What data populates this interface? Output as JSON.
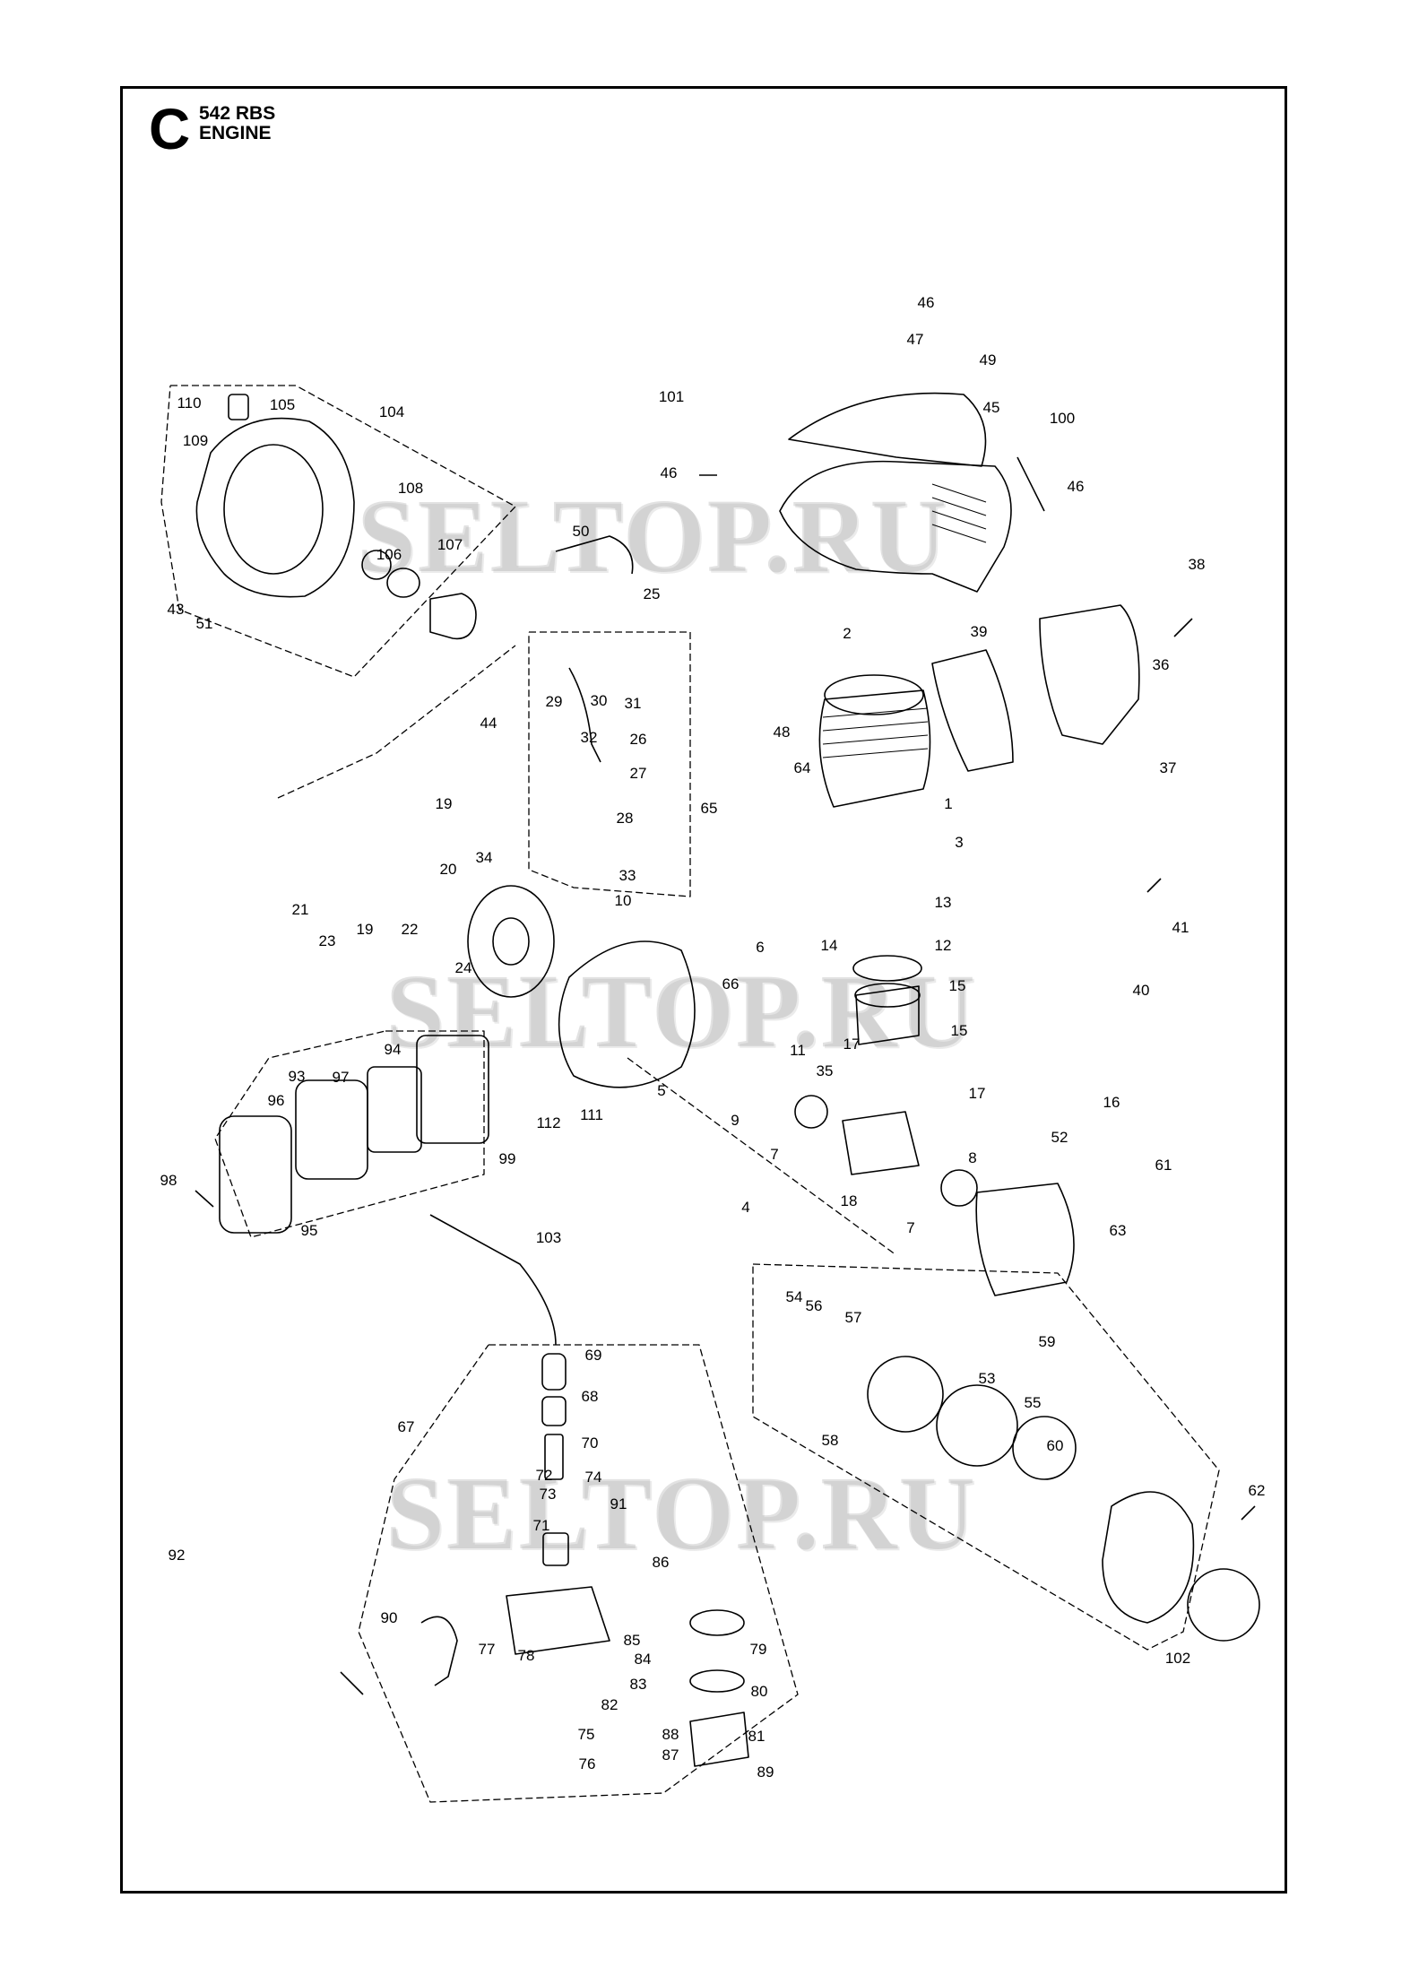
{
  "header": {
    "section": "C",
    "model": "542 RBS",
    "title": "ENGINE"
  },
  "watermarks": [
    "SELTOP.RU",
    "SELTOP.RU",
    "SELTOP.RU"
  ],
  "callouts": [
    "1",
    "2",
    "3",
    "4",
    "5",
    "6",
    "7",
    "7",
    "8",
    "9",
    "10",
    "11",
    "12",
    "13",
    "14",
    "15",
    "15",
    "16",
    "17",
    "17",
    "18",
    "19",
    "19",
    "20",
    "21",
    "22",
    "23",
    "24",
    "25",
    "26",
    "27",
    "28",
    "29",
    "30",
    "31",
    "32",
    "33",
    "34",
    "35",
    "36",
    "37",
    "38",
    "39",
    "40",
    "41",
    "44",
    "45",
    "46",
    "46",
    "46",
    "47",
    "48",
    "49",
    "50",
    "51",
    "43",
    "52",
    "53",
    "54",
    "55",
    "56",
    "57",
    "58",
    "59",
    "60",
    "61",
    "62",
    "63",
    "64",
    "65",
    "66",
    "67",
    "68",
    "69",
    "70",
    "71",
    "72",
    "73",
    "74",
    "75",
    "76",
    "77",
    "78",
    "79",
    "80",
    "81",
    "82",
    "83",
    "84",
    "85",
    "86",
    "87",
    "88",
    "89",
    "90",
    "91",
    "92",
    "93",
    "94",
    "95",
    "96",
    "97",
    "98",
    "99",
    "100",
    "101",
    "102",
    "103",
    "104",
    "105",
    "106",
    "107",
    "108",
    "109",
    "110",
    "111",
    "112"
  ]
}
